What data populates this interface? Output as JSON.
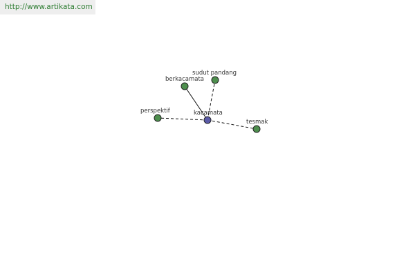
{
  "source_url": "http://www.artikata.com",
  "colors": {
    "center_node": "#5b5ba8",
    "related_node": "#4e8f4e",
    "node_stroke": "#222222",
    "edge": "#111111",
    "url_text": "#2e7d32"
  },
  "center": {
    "id": "kacamata",
    "label": "kacamata"
  },
  "nodes": [
    {
      "id": "kacamata",
      "label": "kacamata",
      "kind": "center"
    },
    {
      "id": "berkacamata",
      "label": "berkacamata",
      "kind": "related"
    },
    {
      "id": "sudut-pandang",
      "label": "sudut pandang",
      "kind": "related"
    },
    {
      "id": "perspektif",
      "label": "perspektif",
      "kind": "related"
    },
    {
      "id": "tesmak",
      "label": "tesmak",
      "kind": "related"
    }
  ],
  "edges": [
    {
      "from": "kacamata",
      "to": "berkacamata",
      "style": "solid"
    },
    {
      "from": "kacamata",
      "to": "sudut-pandang",
      "style": "dashed"
    },
    {
      "from": "kacamata",
      "to": "perspektif",
      "style": "dashed"
    },
    {
      "from": "kacamata",
      "to": "tesmak",
      "style": "dashed"
    }
  ]
}
